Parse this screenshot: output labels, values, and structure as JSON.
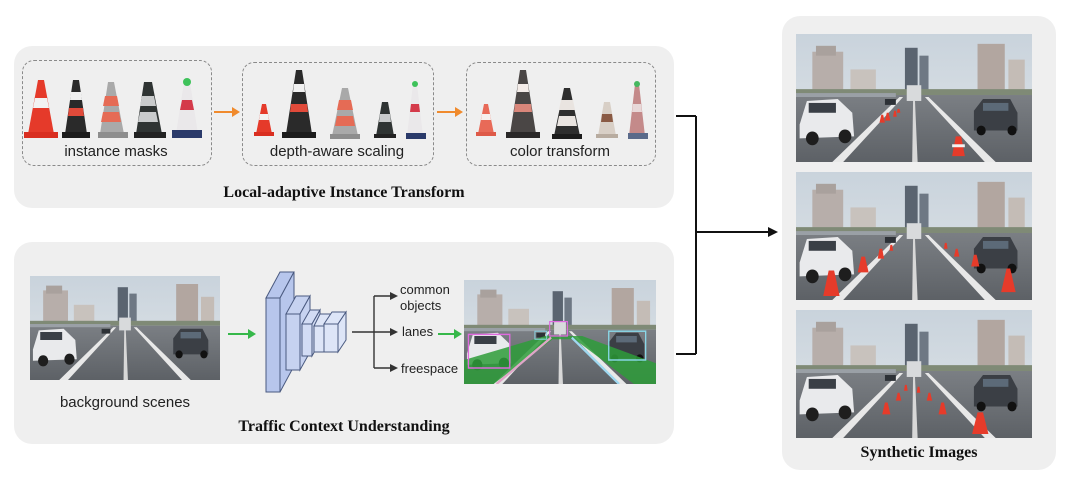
{
  "local_panel": {
    "title": "Local-adaptive Instance Transform",
    "steps": [
      {
        "caption": "instance masks"
      },
      {
        "caption": "depth-aware scaling"
      },
      {
        "caption": "color transform"
      }
    ]
  },
  "context_panel": {
    "title": "Traffic Context Understanding",
    "input_caption": "background scenes",
    "outputs": [
      "common objects",
      "lanes",
      "freespace"
    ]
  },
  "synthetic_panel": {
    "title": "Synthetic Images"
  }
}
